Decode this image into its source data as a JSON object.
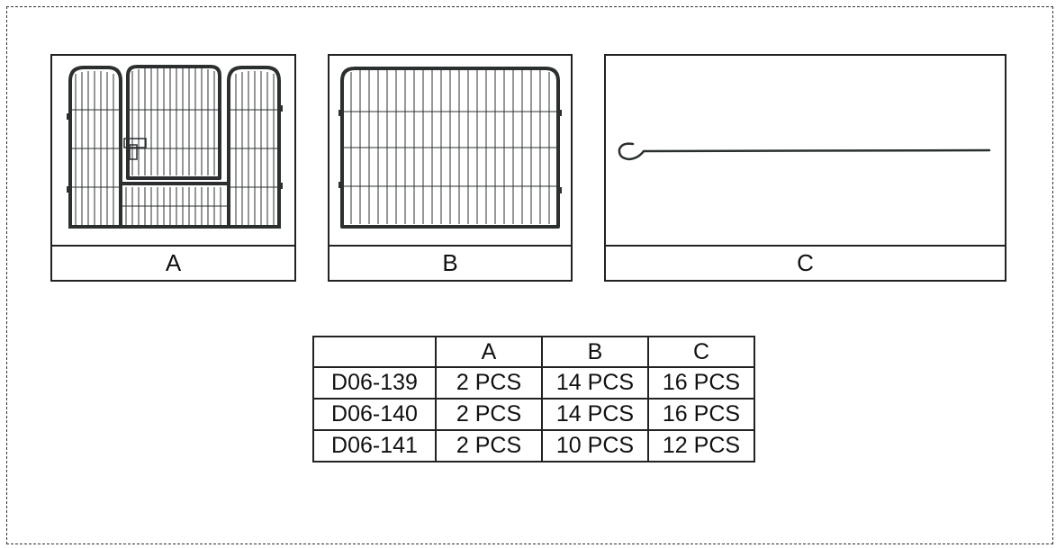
{
  "parts": [
    {
      "label": "A",
      "icon": "door-panel-icon"
    },
    {
      "label": "B",
      "icon": "fence-panel-icon"
    },
    {
      "label": "C",
      "icon": "connecting-rod-icon"
    }
  ],
  "table": {
    "headers": [
      "",
      "A",
      "B",
      "C"
    ],
    "rows": [
      [
        "D06-139",
        "2 PCS",
        "14 PCS",
        "16 PCS"
      ],
      [
        "D06-140",
        "2 PCS",
        "14 PCS",
        "16 PCS"
      ],
      [
        "D06-141",
        "2 PCS",
        "10 PCS",
        "12 PCS"
      ]
    ]
  }
}
